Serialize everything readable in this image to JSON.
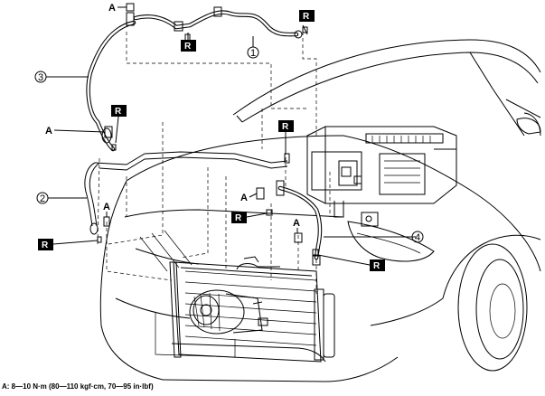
{
  "labels": {
    "torque_marker": "A",
    "replace_marker": "R",
    "part_1": "1",
    "part_2": "2",
    "part_3": "3",
    "part_4": "4"
  },
  "footer": {
    "torque_note": "A: 8—10 N·m (80—110 kgf·cm, 70—95 in·lbf)"
  }
}
